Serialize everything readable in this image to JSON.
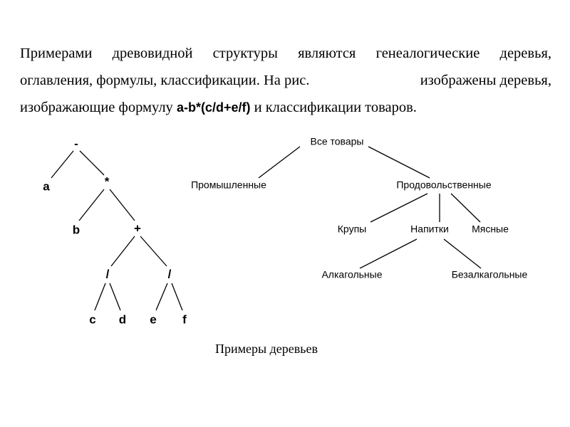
{
  "text": {
    "line1": "Примерами древовидной структуры являются генеалогические деревья,",
    "line2_a": "оглавления, формулы, классификации. На рис.",
    "line2_b": "изображены деревья,",
    "line3_a": "изображающие формулу ",
    "formula": "a-b*(c/d+e/f)",
    "line3_b": " и классификации товаров."
  },
  "expression_tree": {
    "nodes": [
      {
        "id": "minus",
        "label": "-"
      },
      {
        "id": "a",
        "label": "a"
      },
      {
        "id": "mul",
        "label": "*"
      },
      {
        "id": "b",
        "label": "b"
      },
      {
        "id": "plus",
        "label": "+"
      },
      {
        "id": "div1",
        "label": "/"
      },
      {
        "id": "div2",
        "label": "/"
      },
      {
        "id": "c",
        "label": "c"
      },
      {
        "id": "d",
        "label": "d"
      },
      {
        "id": "e",
        "label": "e"
      },
      {
        "id": "f",
        "label": "f"
      }
    ],
    "edges": [
      [
        "minus",
        "a"
      ],
      [
        "minus",
        "mul"
      ],
      [
        "mul",
        "b"
      ],
      [
        "mul",
        "plus"
      ],
      [
        "plus",
        "div1"
      ],
      [
        "plus",
        "div2"
      ],
      [
        "div1",
        "c"
      ],
      [
        "div1",
        "d"
      ],
      [
        "div2",
        "e"
      ],
      [
        "div2",
        "f"
      ]
    ]
  },
  "classification_tree": {
    "nodes": [
      {
        "id": "all",
        "label": "Все товары"
      },
      {
        "id": "ind",
        "label": "Промышленные"
      },
      {
        "id": "food",
        "label": "Продовольственные"
      },
      {
        "id": "grain",
        "label": "Крупы"
      },
      {
        "id": "drinks",
        "label": "Напитки"
      },
      {
        "id": "meat",
        "label": "Мясные"
      },
      {
        "id": "alc",
        "label": "Алкагольные"
      },
      {
        "id": "nonalc",
        "label": "Безалкагольные"
      }
    ],
    "edges": [
      [
        "all",
        "ind"
      ],
      [
        "all",
        "food"
      ],
      [
        "food",
        "grain"
      ],
      [
        "food",
        "drinks"
      ],
      [
        "food",
        "meat"
      ],
      [
        "drinks",
        "alc"
      ],
      [
        "drinks",
        "nonalc"
      ]
    ]
  },
  "caption": "Примеры деревьев"
}
